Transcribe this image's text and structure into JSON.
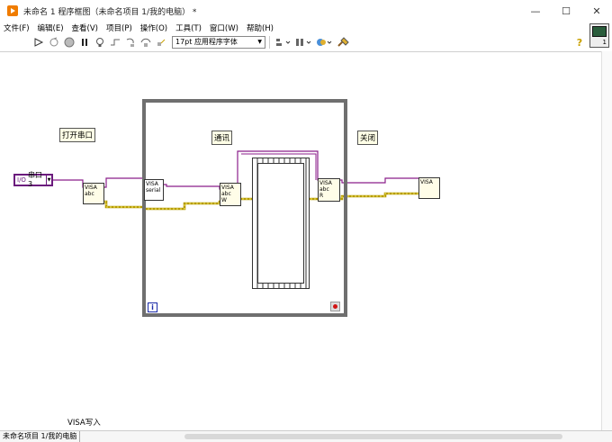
{
  "window": {
    "title": "未命名 1 程序框图（未命名项目 1/我的电脑） *",
    "controls": {
      "minimize": "—",
      "maximize": "☐",
      "close": "✕"
    }
  },
  "menu": [
    "文件(F)",
    "编辑(E)",
    "查看(V)",
    "项目(P)",
    "操作(O)",
    "工具(T)",
    "窗口(W)",
    "帮助(H)"
  ],
  "toolbar": {
    "font": "17pt 应用程序字体",
    "help": "?"
  },
  "context_icon": {
    "number": "1"
  },
  "diagram": {
    "labels": {
      "open": "打开串口",
      "comm": "通讯",
      "close": "关闭"
    },
    "resource": {
      "value": "串口3"
    },
    "nodes": {
      "open_vi": "VISA",
      "write_vi": "VISA",
      "read_vi": "VISA",
      "close_vi": "VISA"
    },
    "frames": {
      "info": "i"
    },
    "help_text": "VISA写入"
  },
  "status": {
    "path": "未命名项目 1/我的电脑"
  },
  "colors": {
    "wire_purple": "#8b1e8b",
    "wire_yellow": "#e0c400",
    "frame_gray": "#6f6f6f"
  }
}
